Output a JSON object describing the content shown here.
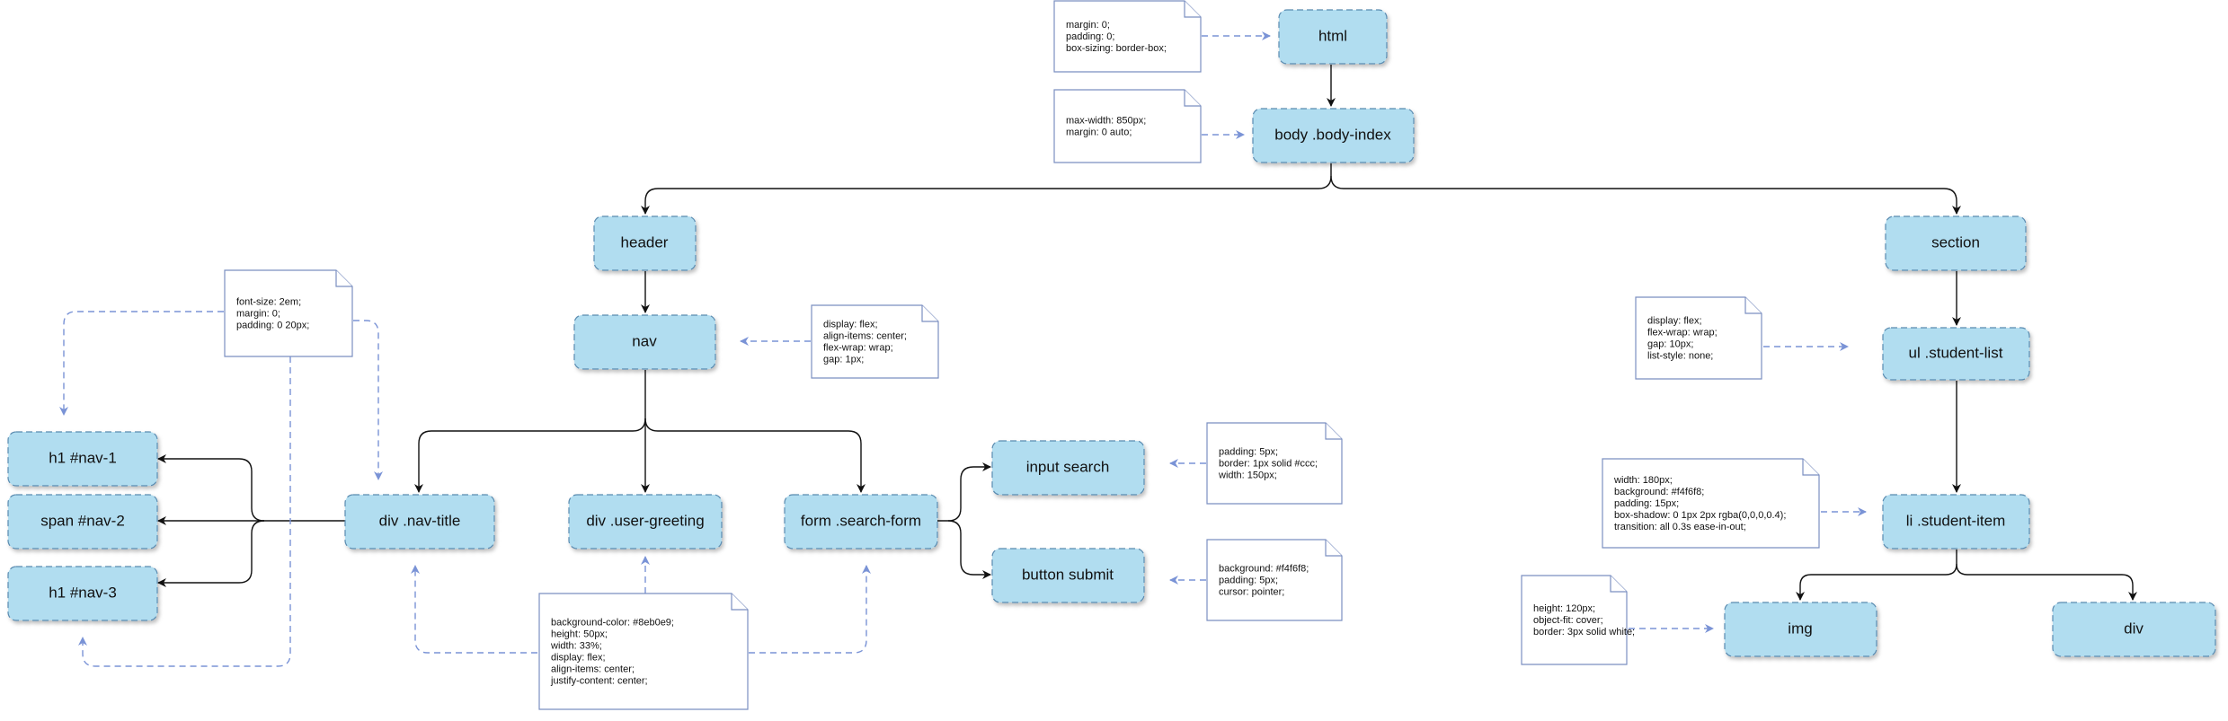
{
  "nodes": [
    {
      "id": "html",
      "label": "html"
    },
    {
      "id": "body",
      "label": "body .body-index"
    },
    {
      "id": "header",
      "label": "header"
    },
    {
      "id": "nav",
      "label": "nav"
    },
    {
      "id": "section",
      "label": "section"
    },
    {
      "id": "ul",
      "label": "ul .student-list"
    },
    {
      "id": "li",
      "label": "li .student-item"
    },
    {
      "id": "img",
      "label": "img"
    },
    {
      "id": "div",
      "label": "div"
    },
    {
      "id": "navtitle",
      "label": "div .nav-title"
    },
    {
      "id": "usergreeting",
      "label": "div .user-greeting"
    },
    {
      "id": "searchform",
      "label": "form .search-form"
    },
    {
      "id": "inputsearch",
      "label": "input search"
    },
    {
      "id": "buttonsubmit",
      "label": "button submit"
    },
    {
      "id": "h1nav1",
      "label": "h1 #nav-1"
    },
    {
      "id": "spannav2",
      "label": "span #nav-2"
    },
    {
      "id": "h1nav3",
      "label": "h1 #nav-3"
    }
  ],
  "notes": [
    {
      "id": "html-style",
      "lines": [
        "margin: 0;",
        "padding: 0;",
        "box-sizing: border-box;"
      ]
    },
    {
      "id": "body-style",
      "lines": [
        "max-width: 850px;",
        "margin: 0 auto;"
      ]
    },
    {
      "id": "nav-style",
      "lines": [
        "display: flex;",
        "align-items: center;",
        "flex-wrap: wrap;",
        "gap: 1px;"
      ]
    },
    {
      "id": "h1-style",
      "lines": [
        "font-size: 2em;",
        "margin: 0;",
        "padding: 0 20px;"
      ]
    },
    {
      "id": "section-div-style",
      "lines": [
        "background-color: #8eb0e9;",
        "height: 50px;",
        "width: 33%;",
        "display: flex;",
        "align-items: center;",
        "justify-content: center;"
      ]
    },
    {
      "id": "input-style",
      "lines": [
        "padding: 5px;",
        "border: 1px solid #ccc;",
        "width: 150px;"
      ]
    },
    {
      "id": "button-style",
      "lines": [
        "background: #f4f6f8;",
        "padding: 5px;",
        "cursor: pointer;"
      ]
    },
    {
      "id": "ul-style",
      "lines": [
        "display: flex;",
        "flex-wrap: wrap;",
        "gap: 10px;",
        "list-style: none;"
      ]
    },
    {
      "id": "li-style",
      "lines": [
        "width: 180px;",
        "background: #f4f6f8;",
        "padding: 15px;",
        "box-shadow: 0 1px 2px rgba(0,0,0,0.4);",
        "transition: all 0.3s ease-in-out;"
      ]
    },
    {
      "id": "img-style",
      "lines": [
        "height: 120px;",
        "object-fit: cover;",
        "border: 3px solid white;"
      ]
    }
  ],
  "colors": {
    "node_fill": "#b1ddf0",
    "node_stroke": "#5a8bb0",
    "note_stroke": "#7b8fc1",
    "dashed_arrow": "#7a93d6",
    "edge": "#111111"
  }
}
